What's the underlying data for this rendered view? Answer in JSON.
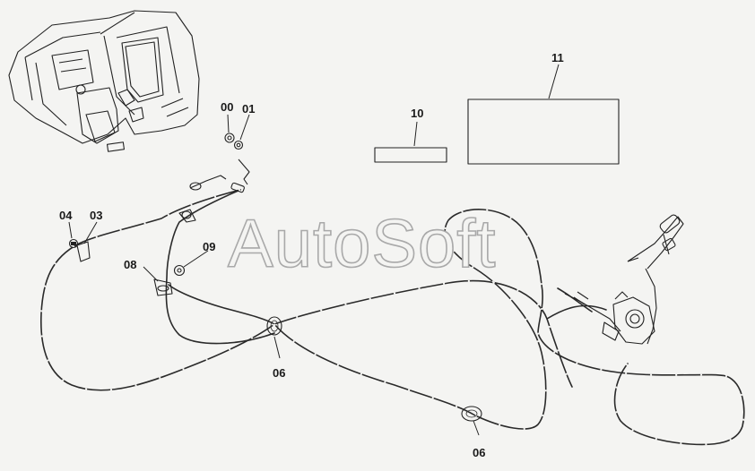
{
  "watermark": "AutoSoft",
  "callouts": {
    "c00": "00",
    "c01": "01",
    "c03": "03",
    "c04": "04",
    "c06a": "06",
    "c06b": "06",
    "c08": "08",
    "c09": "09",
    "c10": "10",
    "c11": "11"
  },
  "colors": {
    "ink": "#222222",
    "paper": "#f4f4f2",
    "watermark": "#a9a9a9"
  }
}
